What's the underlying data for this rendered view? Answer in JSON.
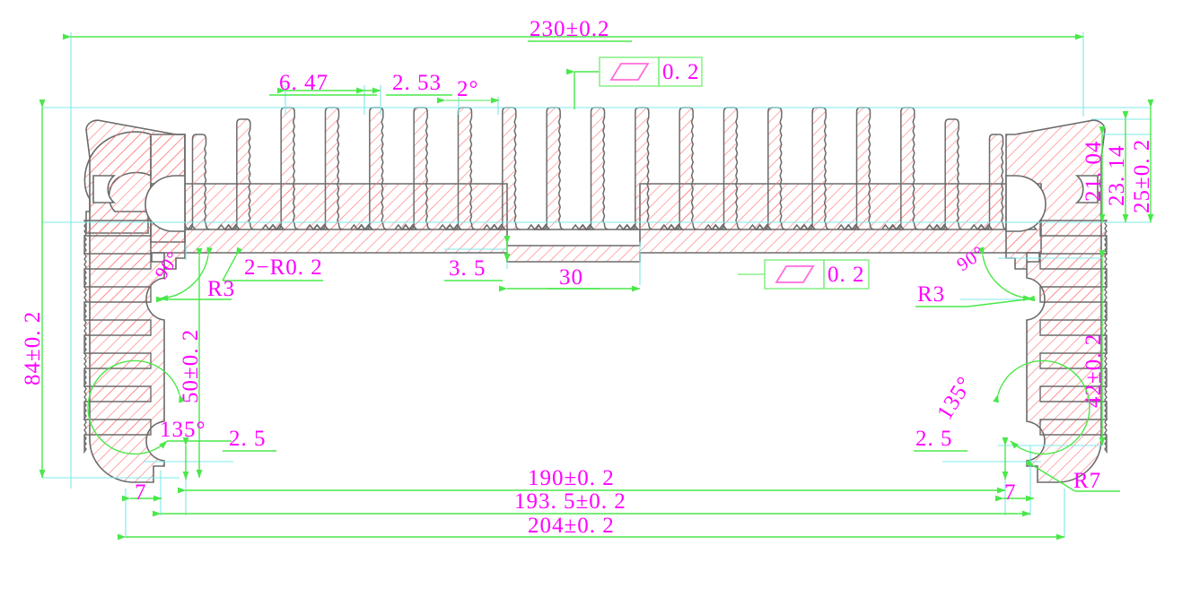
{
  "drawing": {
    "title": "Heat sink extrusion cross-section",
    "colors": {
      "dimension_text": "#ff00ff",
      "dimension_line": "#49e849",
      "extension_line": "#7fe8e8",
      "section_hatch": "#ff6e6e",
      "outline": "#6b6b6b",
      "background": "#ffffff",
      "gdt_frame": "#8cf08c"
    },
    "dimensions": {
      "overall_top_width": "230±0.2",
      "fin_pitch_a": "6. 47",
      "fin_pitch_b": "2. 53",
      "draft_angle": "2°",
      "fin_height_inner": "21. 04",
      "fin_height_mid": "23. 14",
      "fin_height_outer": "25±0. 2",
      "overall_height": "84±0. 2",
      "corner_angle_left": "90°",
      "corner_fillets": "2−R0. 2",
      "radius_r3_left": "R3",
      "cavity_height": "50±0. 2",
      "chamfer_angle_left": "135°",
      "step_depth": "3. 5",
      "boss_width": "30",
      "radius_r3_right": "R3",
      "corner_angle_right": "90°",
      "side_fin_height": "42±0. 2",
      "chamfer_angle_right": "135°",
      "radius_r7": "R7",
      "foot_offset_left": "2. 5",
      "foot_offset_right": "2. 5",
      "foot_width_left": "7",
      "foot_width_right": "7",
      "cavity_width": "190±0. 2",
      "mid_width": "193. 5±0. 2",
      "base_width": "204±0. 2"
    },
    "gdt": [
      {
        "id": "gdt-top",
        "symbol": "parallelogram",
        "symbol_name": "parallelism-symbol",
        "tolerance": "0. 2"
      },
      {
        "id": "gdt-mid",
        "symbol": "parallelogram",
        "symbol_name": "parallelism-symbol",
        "tolerance": "0. 2"
      }
    ],
    "geometry": {
      "fin_count": 19,
      "view": "front-section"
    }
  }
}
